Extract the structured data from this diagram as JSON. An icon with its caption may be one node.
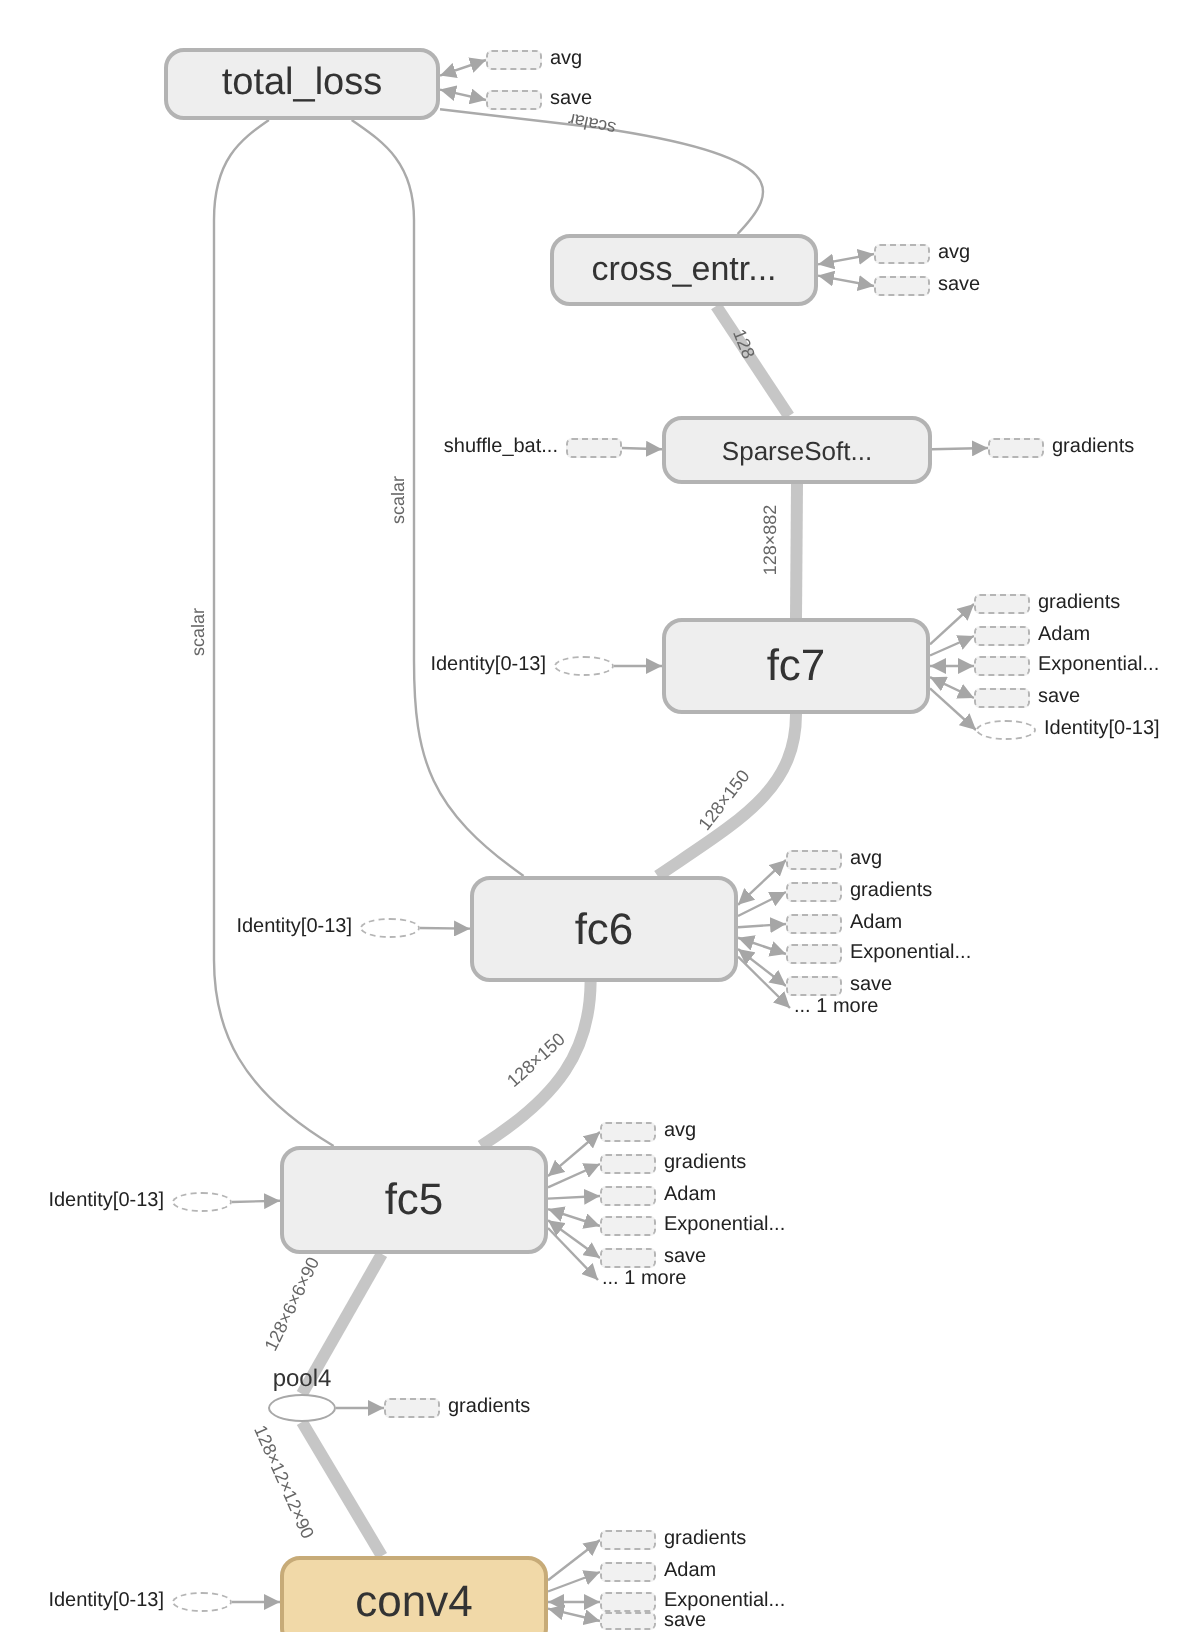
{
  "diagram": {
    "nodes": [
      {
        "text": [
          "total_loss"
        ]
      },
      {
        "text": [
          "cross_entr..."
        ]
      },
      {
        "text": [
          "SparseSoft..."
        ]
      },
      {
        "text": [
          "fc7"
        ]
      },
      {
        "text": [
          "fc6"
        ]
      },
      {
        "text": [
          "fc5"
        ]
      },
      {
        "text": [
          "pool4"
        ]
      },
      {
        "text": [
          "conv4"
        ]
      },
      {
        "text": [
          "avg"
        ]
      },
      {
        "text": [
          "save"
        ]
      },
      {
        "text": [
          "avg"
        ]
      },
      {
        "text": [
          "save"
        ]
      },
      {
        "text": [
          "shuffle_bat..."
        ]
      },
      {
        "text": [
          "gradients"
        ]
      },
      {
        "text": [
          "Identity[0-13]"
        ]
      },
      {
        "text": [
          "gradients"
        ]
      },
      {
        "text": [
          "Adam"
        ]
      },
      {
        "text": [
          "Exponential..."
        ]
      },
      {
        "text": [
          "save"
        ]
      },
      {
        "text": [
          "Identity[0-13]"
        ]
      },
      {
        "text": [
          "Identity[0-13]"
        ]
      },
      {
        "text": [
          "avg"
        ]
      },
      {
        "text": [
          "gradients"
        ]
      },
      {
        "text": [
          "Adam"
        ]
      },
      {
        "text": [
          "Exponential..."
        ]
      },
      {
        "text": [
          "save"
        ]
      },
      {
        "text": [
          "... 1 more"
        ]
      },
      {
        "text": [
          "Identity[0-13]"
        ]
      },
      {
        "text": [
          "avg"
        ]
      },
      {
        "text": [
          "gradients"
        ]
      },
      {
        "text": [
          "Adam"
        ]
      },
      {
        "text": [
          "Exponential..."
        ]
      },
      {
        "text": [
          "save"
        ]
      },
      {
        "text": [
          "... 1 more"
        ]
      },
      {
        "text": [
          "gradients"
        ]
      },
      {
        "text": [
          "Identity[0-13]"
        ]
      },
      {
        "text": [
          "gradients"
        ]
      },
      {
        "text": [
          "Adam"
        ]
      },
      {
        "text": [
          "Exponential..."
        ]
      },
      {
        "text": [
          "save"
        ]
      }
    ],
    "edges": [
      {
        "from": 1,
        "to": 0,
        "arrow": "none",
        "label": "scalar"
      },
      {
        "from": 4,
        "to": 0,
        "arrow": "none",
        "label": "scalar"
      },
      {
        "from": 5,
        "to": 0,
        "arrow": "none",
        "label": "scalar"
      },
      {
        "from": 2,
        "to": 1,
        "arrow": "none",
        "label": "128",
        "style": "thick"
      },
      {
        "from": 3,
        "to": 2,
        "arrow": "none",
        "label": "128×882",
        "style": "thick"
      },
      {
        "from": 4,
        "to": 3,
        "arrow": "none",
        "label": "128×150",
        "style": "thick"
      },
      {
        "from": 5,
        "to": 4,
        "arrow": "none",
        "label": "128×150",
        "style": "thick"
      },
      {
        "from": 6,
        "to": 5,
        "arrow": "none",
        "label": "128×6×6×90",
        "style": "thick"
      },
      {
        "from": 7,
        "to": 6,
        "arrow": "none",
        "label": "128×12×12×90",
        "style": "thick"
      },
      {
        "from": 0,
        "to": 8,
        "arrow": "both"
      },
      {
        "from": 0,
        "to": 9,
        "arrow": "both"
      },
      {
        "from": 1,
        "to": 10,
        "arrow": "both"
      },
      {
        "from": 1,
        "to": 11,
        "arrow": "both"
      },
      {
        "from": 12,
        "to": 2,
        "arrow": "to"
      },
      {
        "from": 2,
        "to": 13,
        "arrow": "to"
      },
      {
        "from": 14,
        "to": 3,
        "arrow": "to"
      },
      {
        "from": 3,
        "to": 15,
        "arrow": "to"
      },
      {
        "from": 3,
        "to": 16,
        "arrow": "to"
      },
      {
        "from": 3,
        "to": 17,
        "arrow": "both"
      },
      {
        "from": 3,
        "to": 18,
        "arrow": "both"
      },
      {
        "from": 3,
        "to": 19,
        "arrow": "to"
      },
      {
        "from": 20,
        "to": 4,
        "arrow": "to"
      },
      {
        "from": 4,
        "to": 21,
        "arrow": "both"
      },
      {
        "from": 4,
        "to": 22,
        "arrow": "to"
      },
      {
        "from": 4,
        "to": 23,
        "arrow": "to"
      },
      {
        "from": 4,
        "to": 24,
        "arrow": "both"
      },
      {
        "from": 4,
        "to": 25,
        "arrow": "both"
      },
      {
        "from": 4,
        "to": 26,
        "arrow": "to"
      },
      {
        "from": 27,
        "to": 5,
        "arrow": "to"
      },
      {
        "from": 5,
        "to": 28,
        "arrow": "both"
      },
      {
        "from": 5,
        "to": 29,
        "arrow": "to"
      },
      {
        "from": 5,
        "to": 30,
        "arrow": "to"
      },
      {
        "from": 5,
        "to": 31,
        "arrow": "both"
      },
      {
        "from": 5,
        "to": 32,
        "arrow": "both"
      },
      {
        "from": 5,
        "to": 33,
        "arrow": "to"
      },
      {
        "from": 6,
        "to": 34,
        "arrow": "to"
      },
      {
        "from": 35,
        "to": 7,
        "arrow": "to"
      },
      {
        "from": 7,
        "to": 36,
        "arrow": "to"
      },
      {
        "from": 7,
        "to": 37,
        "arrow": "to"
      },
      {
        "from": 7,
        "to": 38,
        "arrow": "both"
      },
      {
        "from": 7,
        "to": 39,
        "arrow": "both"
      }
    ]
  }
}
